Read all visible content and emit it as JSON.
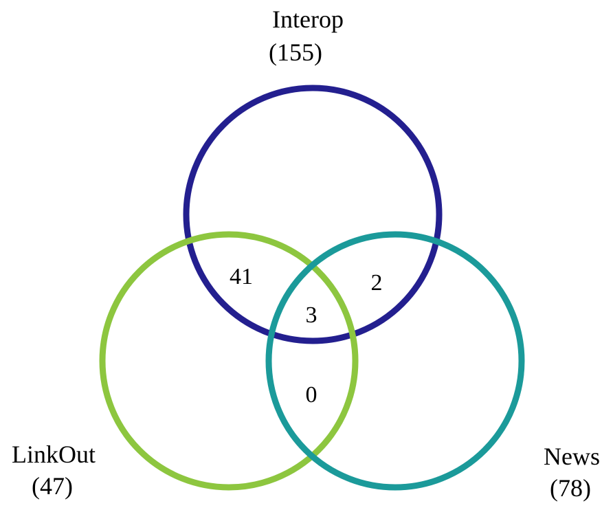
{
  "sets": [
    {
      "id": "interop",
      "name": "Interop",
      "total": "(155)",
      "color": "#231f8f"
    },
    {
      "id": "linkout",
      "name": "LinkOut",
      "total": "(47)",
      "color": "#8dc63f"
    },
    {
      "id": "news",
      "name": "News",
      "total": "(78)",
      "color": "#1b9a9a"
    }
  ],
  "regions": {
    "interop_linkout": "41",
    "interop_news": "2",
    "all_three": "3",
    "linkout_news": "0"
  }
}
